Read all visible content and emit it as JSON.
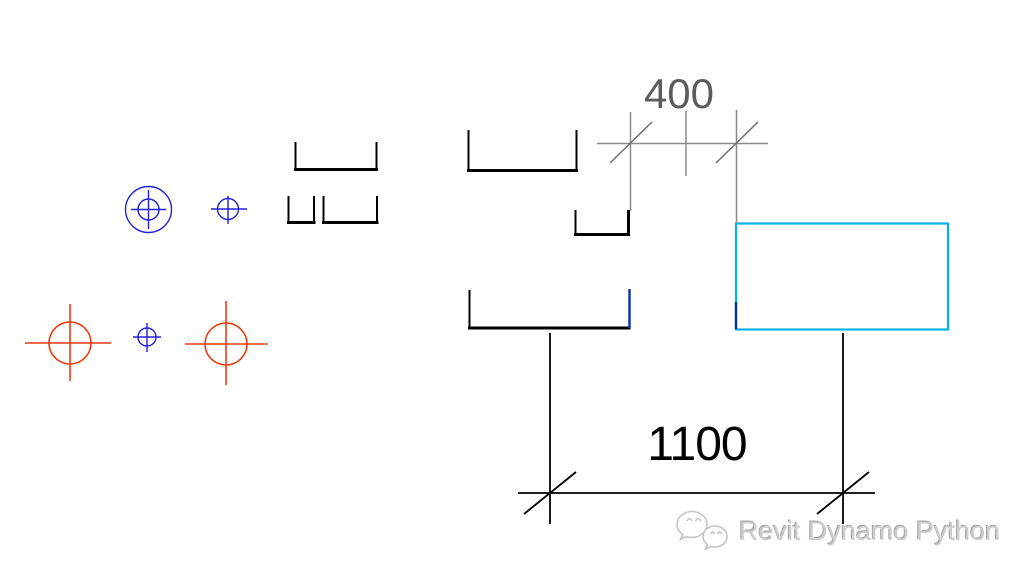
{
  "canvas": {
    "background": "#ffffff"
  },
  "colors": {
    "canvas_bg": "#ffffff",
    "element_blue": "#2020d6",
    "element_orange": "#ee3a10",
    "highlight_cyan": "#00b2e8",
    "selection_navy": "#0b2da6",
    "dim_line_gray": "#8a8a8a",
    "dim_tick_gray": "#6e6e6e",
    "dim_text_gray": "#5c5c5c",
    "drawing_black": "#000000",
    "watermark_gray": "#cccccc"
  },
  "dimensions": {
    "top": {
      "value": "400"
    },
    "bottom": {
      "value": "1100"
    }
  },
  "watermark": {
    "icon": "wechat-icon",
    "label": "Revit Dynamo Python"
  }
}
